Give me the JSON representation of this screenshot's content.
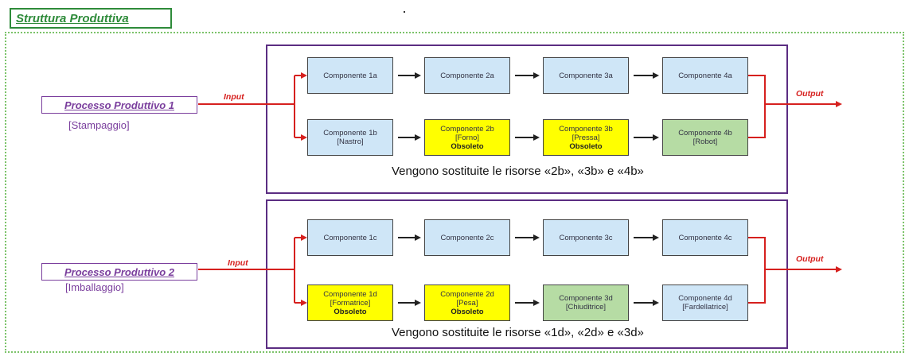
{
  "title": "Struttura Produttiva",
  "processes": [
    {
      "name": "Processo Produttivo 1",
      "sub": "[Stampaggio]",
      "input_label": "Input",
      "output_label": "Output",
      "note": "Vengono sostituite le risorse «2b», «3b» e «4b»",
      "rows": [
        [
          {
            "lines": [
              "Componente 1a"
            ],
            "status": "",
            "color": "blue"
          },
          {
            "lines": [
              "Componente 2a"
            ],
            "status": "",
            "color": "blue"
          },
          {
            "lines": [
              "Componente 3a"
            ],
            "status": "",
            "color": "blue"
          },
          {
            "lines": [
              "Componente 4a"
            ],
            "status": "",
            "color": "blue"
          }
        ],
        [
          {
            "lines": [
              "Componente 1b",
              "[Nastro]"
            ],
            "status": "",
            "color": "blue"
          },
          {
            "lines": [
              "Componente 2b",
              "[Forno]"
            ],
            "status": "Obsoleto",
            "color": "yellow"
          },
          {
            "lines": [
              "Componente 3b",
              "[Pressa]"
            ],
            "status": "Obsoleto",
            "color": "yellow"
          },
          {
            "lines": [
              "Componente 4b",
              "[Robot]"
            ],
            "status": "",
            "color": "green"
          }
        ]
      ]
    },
    {
      "name": "Processo Produttivo 2",
      "sub": "[Imballaggio]",
      "input_label": "Input",
      "output_label": "Output",
      "note": "Vengono sostituite le risorse «1d», «2d» e «3d»",
      "rows": [
        [
          {
            "lines": [
              "Componente 1c"
            ],
            "status": "",
            "color": "blue"
          },
          {
            "lines": [
              "Componente 2c"
            ],
            "status": "",
            "color": "blue"
          },
          {
            "lines": [
              "Componente 3c"
            ],
            "status": "",
            "color": "blue"
          },
          {
            "lines": [
              "Componente 4c"
            ],
            "status": "",
            "color": "blue"
          }
        ],
        [
          {
            "lines": [
              "Componente 1d",
              "[Formatrice]"
            ],
            "status": "Obsoleto",
            "color": "yellow"
          },
          {
            "lines": [
              "Componente 2d",
              "[Pesa]"
            ],
            "status": "Obsoleto",
            "color": "yellow"
          },
          {
            "lines": [
              "Componente 3d",
              "[Chiuditrice]"
            ],
            "status": "",
            "color": "green"
          },
          {
            "lines": [
              "Componente 4d",
              "[Fardellatrice]"
            ],
            "status": "",
            "color": "blue"
          }
        ]
      ]
    }
  ],
  "colors": {
    "blue": "#cfe6f7",
    "yellow": "#ffff00",
    "green": "#b6dca4",
    "arrow_red": "#d6201e",
    "frame": "#5b2d82"
  }
}
